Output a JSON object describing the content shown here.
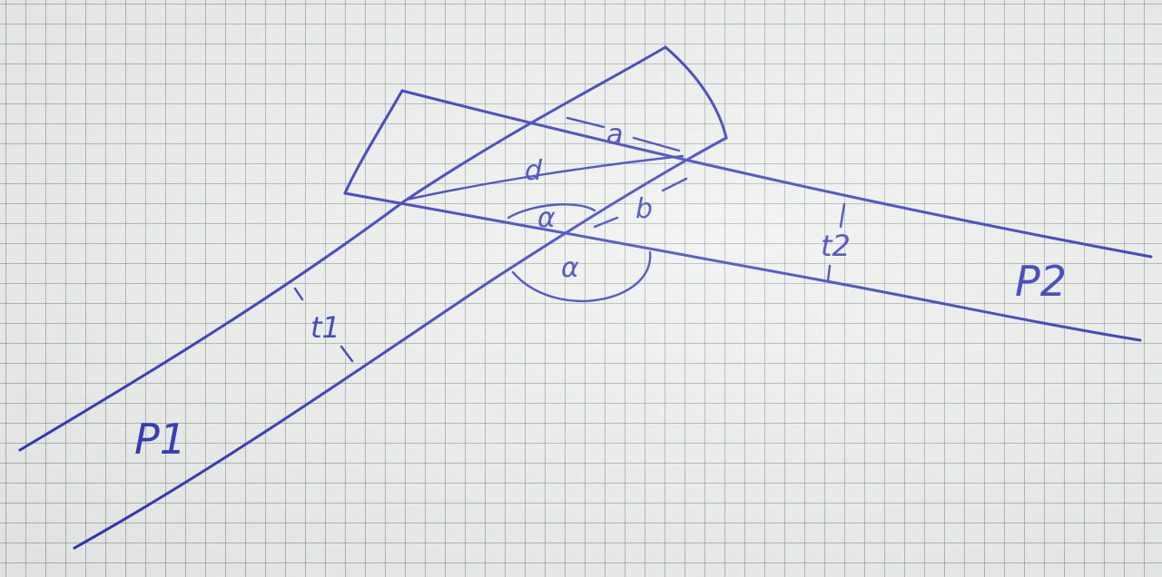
{
  "labels": {
    "p1": "P1",
    "p2": "P2",
    "t1": "t1",
    "t2": "t2",
    "a": "a",
    "b": "b",
    "d": "d",
    "alpha": "α"
  },
  "colors": {
    "ink": "#2a2fb8",
    "paper": "#eef0ee",
    "grid": "#7a8782"
  }
}
